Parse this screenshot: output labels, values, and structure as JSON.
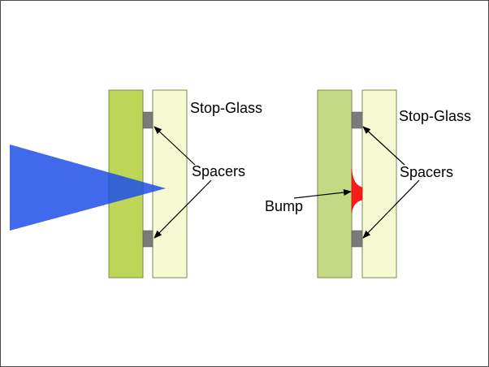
{
  "colors": {
    "left_front_glass": "#bed658",
    "front_glass_right": "#c5d985",
    "stop_glass": "#f7f9d2",
    "spacer": "#7a7a7a",
    "laser_beam": "#1f4fe8",
    "bump": "#ff1a1a",
    "outline": "#7b8a52",
    "arrow": "#000000"
  },
  "left_diagram": {
    "stop_glass_label": "Stop-Glass",
    "spacers_label": "Spacers"
  },
  "right_diagram": {
    "stop_glass_label": "Stop-Glass",
    "spacers_label": "Spacers",
    "bump_label": "Bump"
  }
}
